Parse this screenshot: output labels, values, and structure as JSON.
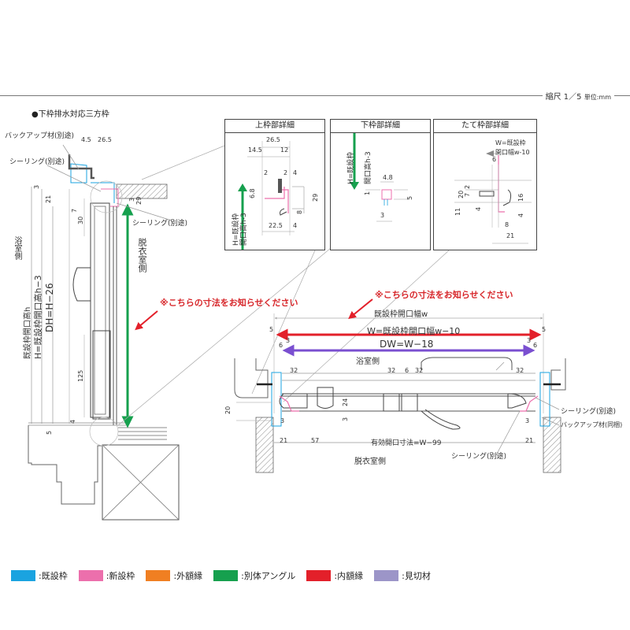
{
  "header": {
    "scale_label": "縮尺 1／5",
    "unit_label": "単位:mm",
    "section_title": "●下枠排水対応三方枠"
  },
  "left_section": {
    "labels": {
      "backup_material": "バックアップ材(別途)",
      "sealing_top": "シーリング(別途)",
      "sealing_mid": "シーリング(別途)",
      "bathroom_side": "浴室側",
      "dressing_side": "脱衣室側",
      "h_existing": "既設枠開口高h",
      "h_formula": "H=既設枠開口高h−3",
      "dh_formula": "DH=H−26"
    },
    "dims": {
      "d_4_5": "4.5",
      "d_26_5": "26.5",
      "d_3": "3",
      "d_21": "21",
      "d_7": "7",
      "d_30": "30",
      "d_3b": "3",
      "d_29": "29",
      "d_125": "125",
      "d_4": "4",
      "d_5": "5"
    }
  },
  "details": [
    {
      "title": "上枠部詳細",
      "arrow_label_1": "H=既設枠",
      "arrow_label_2": "開口高h-3",
      "dims": {
        "d_26_5": "26.5",
        "d_14_5": "14.5",
        "d_12": "12",
        "d_2a": "2",
        "d_2b": "2",
        "d_4a": "4",
        "d_6_8": "6.8",
        "d_29": "29",
        "d_8": "8",
        "d_22_5": "22.5",
        "d_4b": "4"
      }
    },
    {
      "title": "下枠部詳細",
      "arrow_label_1": "H=既設枠",
      "arrow_label_2": "開口高h-3",
      "dims": {
        "d_4_8": "4.8",
        "d_1": "1",
        "d_5": "5",
        "d_3": "3"
      }
    },
    {
      "title": "たて枠部詳細",
      "arrow_label_1": "W=既設枠",
      "arrow_label_2": "開口幅w-10",
      "dims": {
        "d_6": "6",
        "d_2": "2",
        "d_7": "7",
        "d_20": "20",
        "d_16": "16",
        "d_4a": "4",
        "d_11": "11",
        "d_4b": "4",
        "d_8": "8",
        "d_21": "21"
      }
    }
  ],
  "notices": {
    "left": "※こちらの寸法をお知らせください",
    "right": "※こちらの寸法をお知らせください"
  },
  "plan_section": {
    "existing_width": "既設枠開口幅w",
    "w_formula": "W=既設枠開口幅w−10",
    "dw_formula": "DW=W−18",
    "bathroom_side": "浴室側",
    "dressing_side": "脱衣室側",
    "effective_opening": "有効開口寸法=W−99",
    "sealing_right": "シーリング(別途)",
    "backup_right": "バックアップ材(同梱)",
    "sealing_bottom": "シーリング(別途)",
    "dims": {
      "d_5l": "5",
      "d_5r": "5",
      "d_6l": "6",
      "d_6r": "6",
      "d_3l": "3",
      "d_3r": "3",
      "d_32a": "32",
      "d_32b": "32",
      "d_6m": "6",
      "d_32c": "32",
      "d_32d": "32",
      "d_20": "20",
      "d_24": "24",
      "d_3v": "3",
      "d_3b": "3",
      "d_3c": "3",
      "d_21l": "21",
      "d_57": "57",
      "d_21r": "21"
    }
  },
  "legend": [
    {
      "label": ":既設枠",
      "color": "#1aa3e0"
    },
    {
      "label": ":新設枠",
      "color": "#ec6fac"
    },
    {
      "label": ":外額縁",
      "color": "#f07f22"
    },
    {
      "label": ":別体アングル",
      "color": "#16a04e"
    },
    {
      "label": ":内額縁",
      "color": "#e3202a"
    },
    {
      "label": ":見切材",
      "color": "#9c95c8"
    }
  ],
  "colors": {
    "existing_frame": "#1aa3e0",
    "new_frame": "#ec6fac",
    "angle": "#16a04e",
    "inner_trim": "#e3202a",
    "parting": "#7a4fd0",
    "notice": "#d7262a"
  }
}
